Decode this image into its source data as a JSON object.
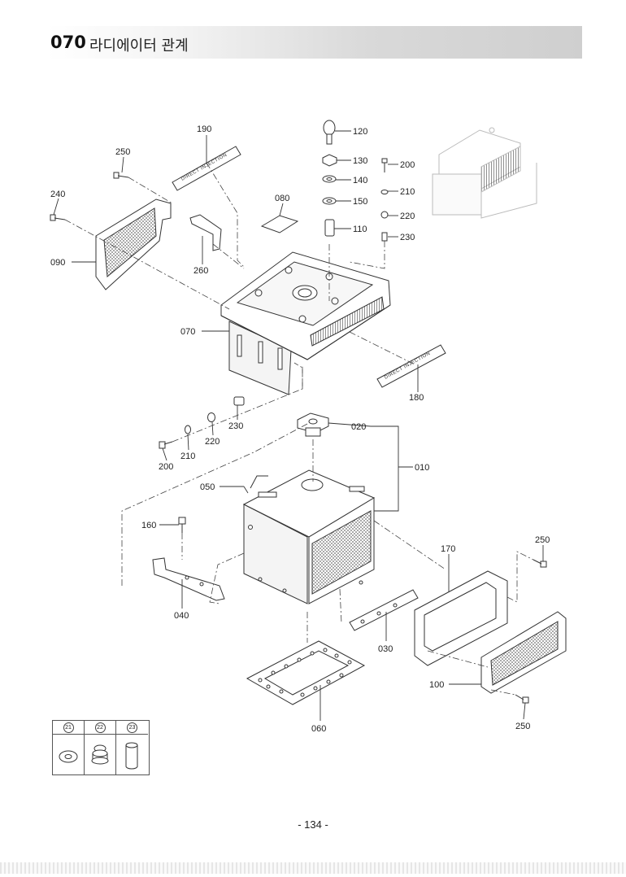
{
  "header": {
    "section_code": "070",
    "section_title": "라디에이터 관계"
  },
  "decals": {
    "direct_injection": "DIRECT INJECTION"
  },
  "parts": {
    "p010": "010",
    "p020": "020",
    "p030": "030",
    "p040": "040",
    "p050": "050",
    "p060": "060",
    "p070": "070",
    "p080": "080",
    "p090": "090",
    "p100": "100",
    "p110": "110",
    "p120": "120",
    "p130": "130",
    "p140": "140",
    "p150": "150",
    "p160": "160",
    "p170": "170",
    "p180": "180",
    "p190": "190",
    "p200": "200",
    "p210": "210",
    "p220": "220",
    "p230": "230",
    "p240": "240",
    "p250": "250",
    "p260": "260"
  },
  "legend": {
    "items": [
      "21",
      "22",
      "23"
    ]
  },
  "footer": {
    "page_number": "- 134 -"
  }
}
